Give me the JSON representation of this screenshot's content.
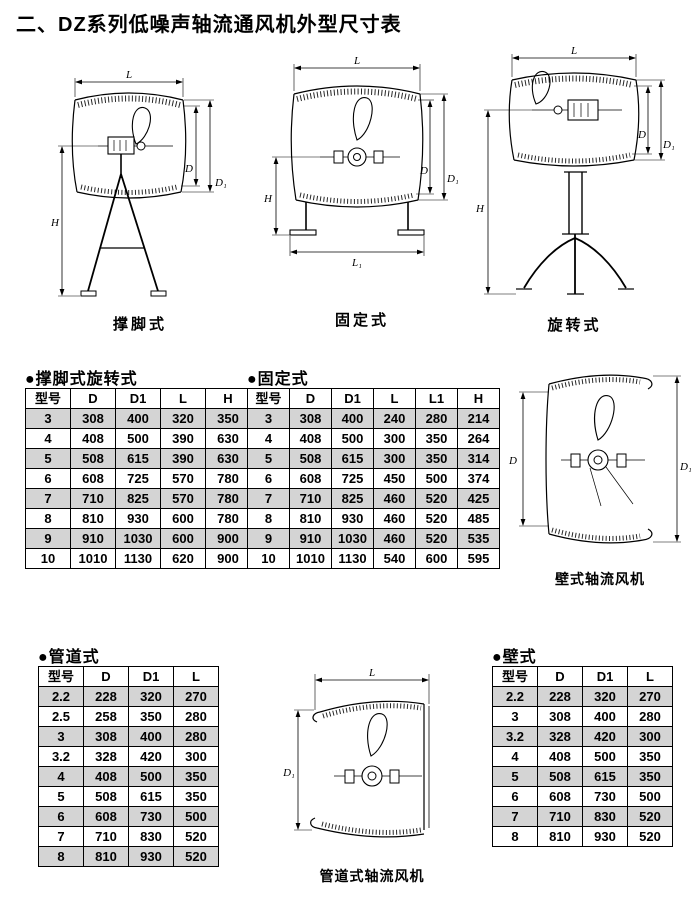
{
  "page": {
    "title": "二、DZ系列低噪声轴流通风机外型尺寸表"
  },
  "misc": {
    "bullet": "●"
  },
  "colors": {
    "ink": "#000000",
    "stripe": "#d4d4d4",
    "paper": "#ffffff"
  },
  "dims": {
    "L": "L",
    "D": "D",
    "D1": "D₁",
    "H": "H",
    "L1": "L₁"
  },
  "drawings": {
    "tripod": {
      "caption": "撑脚式"
    },
    "fixed": {
      "caption": "固定式"
    },
    "rotary": {
      "caption": "旋转式"
    },
    "wall": {
      "caption": "壁式轴流风机"
    },
    "duct": {
      "caption": "管道式轴流风机"
    }
  },
  "tables": {
    "tripod_rotary": {
      "section_title": "撑脚式旋转式",
      "headers": [
        "型号",
        "D",
        "D1",
        "L",
        "H"
      ],
      "rows": [
        [
          "3",
          "308",
          "400",
          "320",
          "350"
        ],
        [
          "4",
          "408",
          "500",
          "390",
          "630"
        ],
        [
          "5",
          "508",
          "615",
          "390",
          "630"
        ],
        [
          "6",
          "608",
          "725",
          "570",
          "780"
        ],
        [
          "7",
          "710",
          "825",
          "570",
          "780"
        ],
        [
          "8",
          "810",
          "930",
          "600",
          "780"
        ],
        [
          "9",
          "910",
          "1030",
          "600",
          "900"
        ],
        [
          "10",
          "1010",
          "1130",
          "620",
          "900"
        ]
      ]
    },
    "fixed": {
      "section_title": "固定式",
      "headers": [
        "型号",
        "D",
        "D1",
        "L",
        "L1",
        "H"
      ],
      "rows": [
        [
          "3",
          "308",
          "400",
          "240",
          "280",
          "214"
        ],
        [
          "4",
          "408",
          "500",
          "300",
          "350",
          "264"
        ],
        [
          "5",
          "508",
          "615",
          "300",
          "350",
          "314"
        ],
        [
          "6",
          "608",
          "725",
          "450",
          "500",
          "374"
        ],
        [
          "7",
          "710",
          "825",
          "460",
          "520",
          "425"
        ],
        [
          "8",
          "810",
          "930",
          "460",
          "520",
          "485"
        ],
        [
          "9",
          "910",
          "1030",
          "460",
          "520",
          "535"
        ],
        [
          "10",
          "1010",
          "1130",
          "540",
          "600",
          "595"
        ]
      ]
    },
    "duct": {
      "section_title": "管道式",
      "headers": [
        "型号",
        "D",
        "D1",
        "L"
      ],
      "rows": [
        [
          "2.2",
          "228",
          "320",
          "270"
        ],
        [
          "2.5",
          "258",
          "350",
          "280"
        ],
        [
          "3",
          "308",
          "400",
          "280"
        ],
        [
          "3.2",
          "328",
          "420",
          "300"
        ],
        [
          "4",
          "408",
          "500",
          "350"
        ],
        [
          "5",
          "508",
          "615",
          "350"
        ],
        [
          "6",
          "608",
          "730",
          "500"
        ],
        [
          "7",
          "710",
          "830",
          "520"
        ],
        [
          "8",
          "810",
          "930",
          "520"
        ]
      ]
    },
    "wall": {
      "section_title": "壁式",
      "headers": [
        "型号",
        "D",
        "D1",
        "L"
      ],
      "rows": [
        [
          "2.2",
          "228",
          "320",
          "270"
        ],
        [
          "3",
          "308",
          "400",
          "280"
        ],
        [
          "3.2",
          "328",
          "420",
          "300"
        ],
        [
          "4",
          "408",
          "500",
          "350"
        ],
        [
          "5",
          "508",
          "615",
          "350"
        ],
        [
          "6",
          "608",
          "730",
          "500"
        ],
        [
          "7",
          "710",
          "830",
          "520"
        ],
        [
          "8",
          "810",
          "930",
          "520"
        ]
      ]
    }
  }
}
